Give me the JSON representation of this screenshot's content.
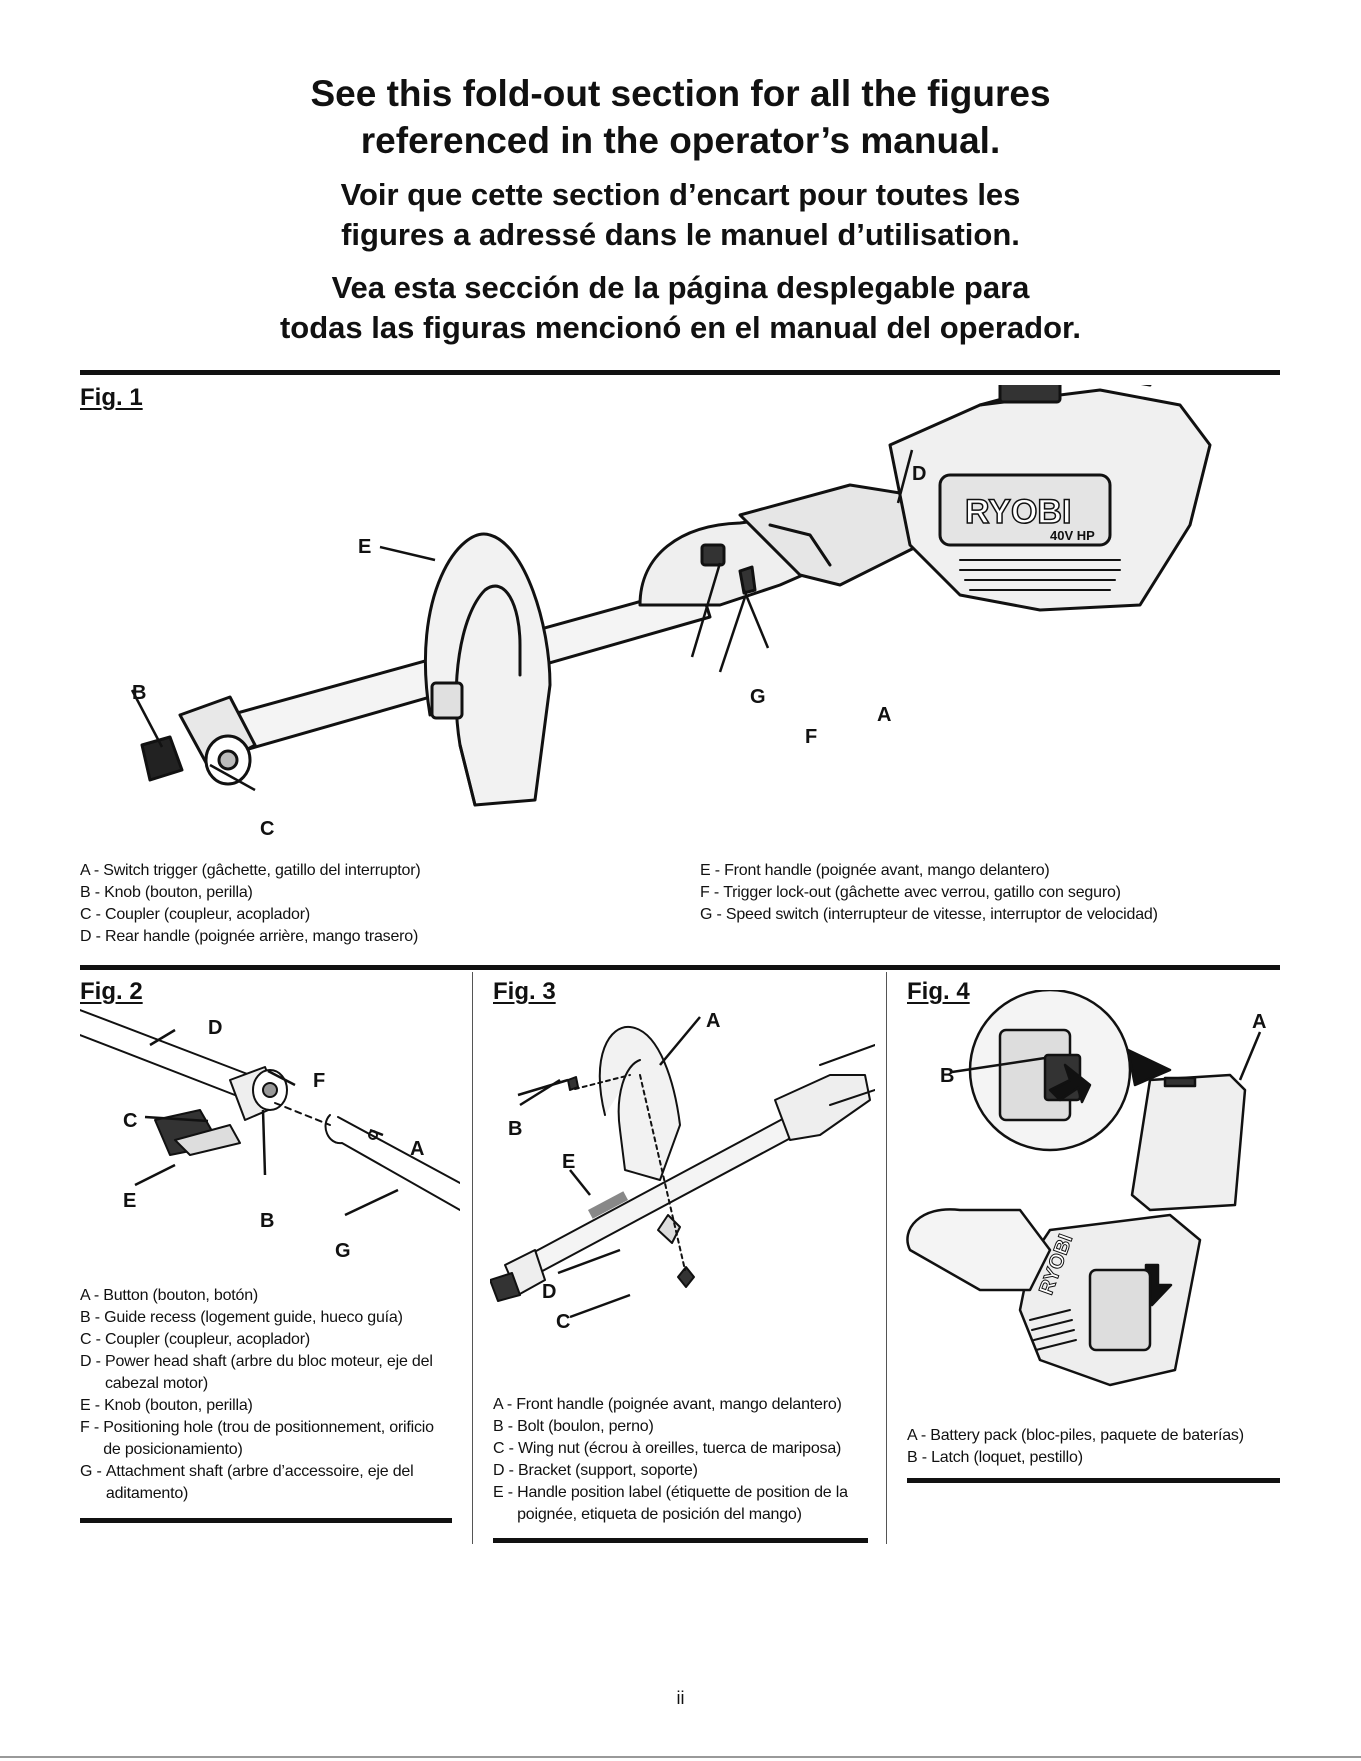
{
  "header": {
    "line1": "See this fold-out section for all the figures",
    "line2": "referenced in the operator’s manual.",
    "line3": "Voir que cette section d’encart pour toutes les",
    "line4": "figures a adressé dans le manuel d’utilisation.",
    "line5": "Vea esta sección de la página desplegable para",
    "line6": "todas las figuras mencionó en el manual del operador."
  },
  "fig1": {
    "title": "Fig. 1",
    "callouts": [
      "A",
      "B",
      "C",
      "D",
      "E",
      "F",
      "G"
    ],
    "brand": "RYOBI",
    "voltage": "40V HP",
    "legend_left": [
      {
        "key": "A - ",
        "text": "Switch trigger (gâchette, gatillo del interruptor)"
      },
      {
        "key": "B - ",
        "text": "Knob (bouton, perilla)"
      },
      {
        "key": "C - ",
        "text": "Coupler (coupleur, acoplador)"
      },
      {
        "key": "D - ",
        "text": "Rear handle (poignée arrière, mango trasero)"
      }
    ],
    "legend_right": [
      {
        "key": "E - ",
        "text": "Front handle (poignée avant, mango delantero)"
      },
      {
        "key": "F - ",
        "text": "Trigger lock-out (gâchette avec verrou, gatillo con seguro)"
      },
      {
        "key": "G - ",
        "text": "Speed switch (interrupteur de vitesse, interruptor de velocidad)"
      }
    ]
  },
  "fig2": {
    "title": "Fig. 2",
    "callouts": [
      "A",
      "B",
      "C",
      "D",
      "E",
      "F",
      "G"
    ],
    "legend": [
      {
        "key": "A - ",
        "text": "Button (bouton, botón)"
      },
      {
        "key": "B - ",
        "text": "Guide recess (logement guide, hueco guía)"
      },
      {
        "key": "C - ",
        "text": "Coupler (coupleur, acoplador)"
      },
      {
        "key": "D - ",
        "text": "Power head shaft (arbre du bloc moteur, eje del cabezal motor)"
      },
      {
        "key": "E - ",
        "text": "Knob (bouton, perilla)"
      },
      {
        "key": "F - ",
        "text": "Positioning hole (trou de positionnement, orificio de posicionamiento)"
      },
      {
        "key": "G - ",
        "text": "Attachment shaft (arbre d’accessoire, eje del aditamento)"
      }
    ]
  },
  "fig3": {
    "title": "Fig. 3",
    "callouts": [
      "A",
      "B",
      "C",
      "D",
      "E"
    ],
    "legend": [
      {
        "key": "A - ",
        "text": "Front handle (poignée avant, mango delantero)"
      },
      {
        "key": "B - ",
        "text": "Bolt (boulon, perno)"
      },
      {
        "key": "C - ",
        "text": "Wing nut (écrou à oreilles, tuerca de mariposa)"
      },
      {
        "key": "D - ",
        "text": "Bracket (support, soporte)"
      },
      {
        "key": "E - ",
        "text": "Handle position label (étiquette de position de la poignée, etiqueta de posición del mango)"
      }
    ]
  },
  "fig4": {
    "title": "Fig. 4",
    "callouts": [
      "A",
      "B"
    ],
    "brand": "RYOBI",
    "legend": [
      {
        "key": "A - ",
        "text": "Battery pack (bloc-piles, paquete de baterías)"
      },
      {
        "key": "B - ",
        "text": "Latch (loquet, pestillo)"
      }
    ]
  },
  "footer": {
    "page_number": "ii"
  }
}
